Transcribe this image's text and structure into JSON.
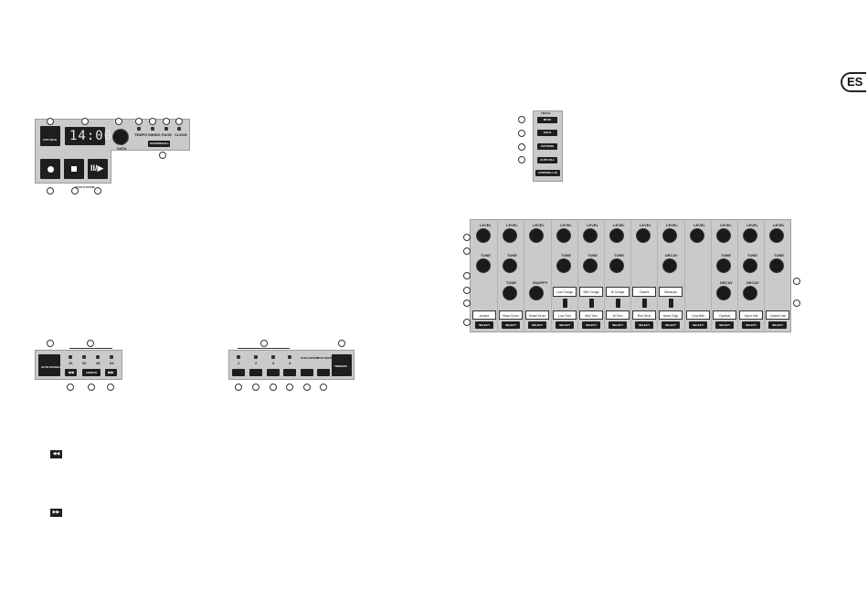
{
  "page": {
    "lang_badge": "ES"
  },
  "transport": {
    "display": "14:00",
    "tap_label": "TAP HOLD",
    "data_label": "DATA",
    "led_labels": [
      "TEMPO",
      "SWING",
      "PAGE",
      "CLEAR"
    ],
    "save_label": "SAVE/RECALL",
    "play_label": "II/▶",
    "section_label": "BASS SYSTEM"
  },
  "track": {
    "title": "TRACK",
    "buttons": [
      "MUTE",
      "SOLO",
      "PATTERN",
      "AUTO FILL",
      "INTRO/FILL IN"
    ]
  },
  "page_panel": {
    "auto_label": "AUTO SCROLL",
    "leds": [
      "16",
      "32",
      "48",
      "64"
    ],
    "buttons": [
      "◀◀",
      "LENGTH",
      "▶▶"
    ]
  },
  "step_panel": {
    "leds": [
      "1",
      "2",
      "3",
      "4"
    ],
    "step_label": "STEP REPEAT",
    "note_label": "NOTE REPEAT",
    "trigger_label": "TRIGGER"
  },
  "mixer": {
    "level_label": "LEVEL",
    "tune_label": "TUNE",
    "decay_label": "DECAY",
    "tone_label": "TONE",
    "snappy_label": "SNAPPY",
    "select_label": "SELECT",
    "top_buttons": [
      "Low Conga",
      "Mid Conga",
      "Hi Conga",
      "Claves",
      "Maracas"
    ],
    "bottom_buttons": [
      "Accent",
      "Bass Drum",
      "Snare Drum",
      "Low Tom",
      "Mid Tom",
      "Hi Tom",
      "Rim Shot",
      "Hand Clap",
      "Cow Bell",
      "Cymbal",
      "Open Hat",
      "Closed Hat"
    ]
  },
  "icons": {
    "rewind": "◀◀",
    "forward": "▶▶"
  }
}
